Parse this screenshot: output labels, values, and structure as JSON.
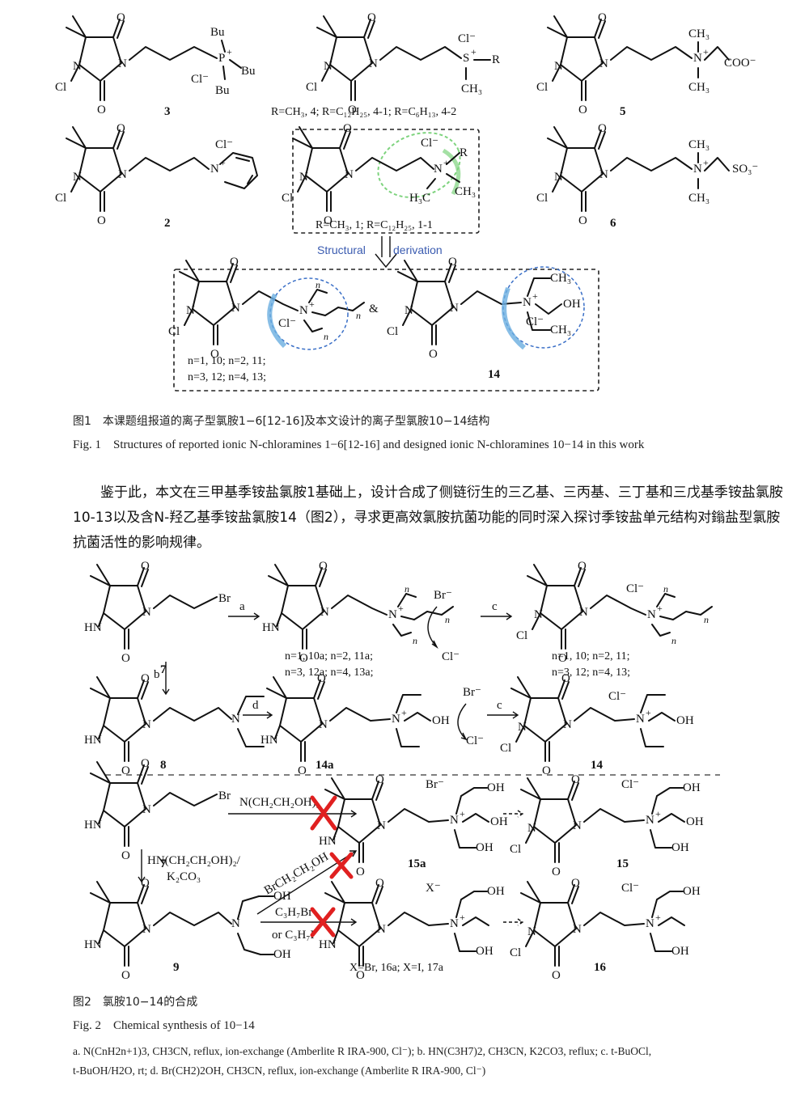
{
  "fig1": {
    "labels": {
      "c3": "3",
      "c2": "2",
      "c5": "5",
      "c6": "6",
      "c14": "14",
      "r4": "R=CH₃, 4; R=C₁₂H₂₅, 4-1; R=C₆H₁₃, 4-2",
      "r1": "R=CH₃, 1; R=C₁₂H₂₅, 1-1",
      "n1": "n=1, 10; n=2, 11;",
      "n2": "n=3, 12; n=4, 13;"
    },
    "arrow_left": "Structural",
    "arrow_right": "derivation",
    "caption_cn": "图1　本课题组报道的离子型氯胺1−6[12-16]及本文设计的离子型氯胺10−14结构",
    "caption_en": "Fig. 1　Structures of reported ionic N-chloramines 1−6[12-16] and designed ionic N-chloramines 10−14 in this work"
  },
  "paragraph": "鉴于此，本文在三甲基季铵盐氯胺1基础上，设计合成了侧链衍生的三乙基、三丙基、三丁基和三戊基季铵盐氯胺10-13以及含N-羟乙基季铵盐氯胺14（图2），寻求更高效氯胺抗菌功能的同时深入探讨季铵盐单元结构对鎓盐型氯胺抗菌活性的影响规律。",
  "fig2": {
    "labels": {
      "c7": "7",
      "c8": "8",
      "c14a": "14a",
      "c14": "14",
      "c7b": "7",
      "c15a": "15a",
      "c15": "15",
      "c9": "9",
      "c16": "16",
      "row1a": "n=1, 10a; n=2, 11a;",
      "row1b": "n=3, 12a; n=4, 13a;",
      "row1c": "n=1, 10; n=2, 11;",
      "row1d": "n=3, 12; n=4, 13;",
      "x16": "X=Br, 16a; X=I, 17a"
    },
    "steps": {
      "a": "a",
      "b": "b",
      "c": "c",
      "d": "d"
    },
    "reagents": {
      "n_cho": "N(CH₂CH₂OH)₃",
      "hn_cho": "HN(CH₂CH₂OH)₂/",
      "k2co3": "K₂CO₃",
      "brch": "BrCH₂CH₂OH",
      "c3h7br": "C₃H₇Br",
      "c3h7i": "or C₃H₇I"
    },
    "caption_cn": "图2　氯胺10−14的合成",
    "caption_en": "Fig. 2　Chemical synthesis of 10−14",
    "note1": "a. N(CnH2n+1)3, CH3CN, reflux, ion-exchange (Amberlite R IRA-900, Cl⁻); b. HN(C3H7)2, CH3CN, K2CO3, reflux; c. t-BuOCl,",
    "note2": "t-BuOH/H2O, rt; d. Br(CH2)2OH, CH3CN, reflux, ion-exchange (Amberlite R IRA-900, Cl⁻)"
  },
  "colors": {
    "fail_cross": "#e02020",
    "green_circle": "#7ed37e",
    "blue_circle": "#6aaee0",
    "blue_text": "#3a5bb0"
  }
}
